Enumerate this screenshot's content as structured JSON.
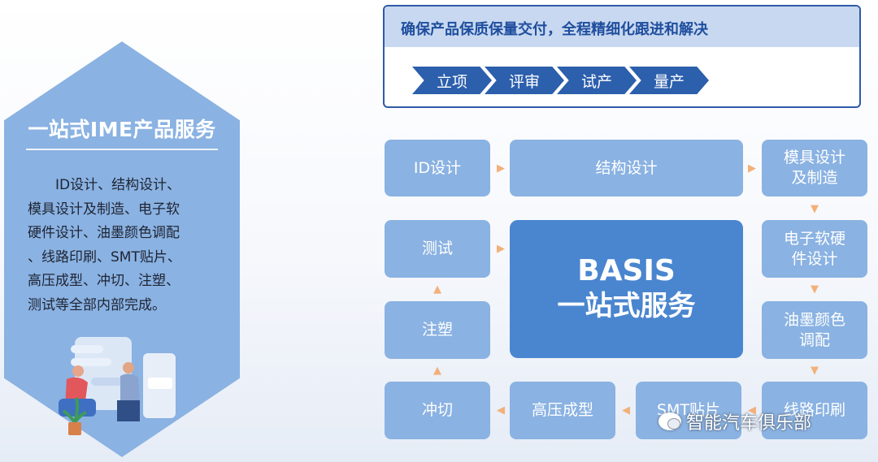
{
  "panel": {
    "title": "一站式IME产品服务",
    "description": "　　ID设计、结构设计、\n模具设计及制造、电子软\n硬件设计、油墨颜色调配\n、线路印刷、SMT贴片、\n高压成型、冲切、注塑、\n测试等全部内部完成。"
  },
  "header": {
    "title": "确保产品保质保量交付，全程精细化跟进和解决",
    "stages": [
      "立项",
      "评审",
      "试产",
      "量产"
    ]
  },
  "flow": {
    "nodes": {
      "id_design": "ID设计",
      "structure_design": "结构设计",
      "mold_design": "模具设计\n及制造",
      "electronic_design": "电子软硬\n件设计",
      "ink_color": "油墨颜色\n调配",
      "circuit_printing": "线路印刷",
      "smt": "SMT贴片",
      "high_pressure": "高压成型",
      "die_cut": "冲切",
      "injection": "注塑",
      "testing": "测试"
    },
    "center_line1": "BASIS",
    "center_line2": "一站式服务"
  },
  "watermark": {
    "text": "智能汽车俱乐部",
    "icon": "wechat-icon"
  },
  "colors": {
    "node": "#8ab2e2",
    "center": "#4a86cf",
    "chevron": "#2c5fac",
    "header_text": "#1f4e9e",
    "arrow": "#f2b07a"
  }
}
